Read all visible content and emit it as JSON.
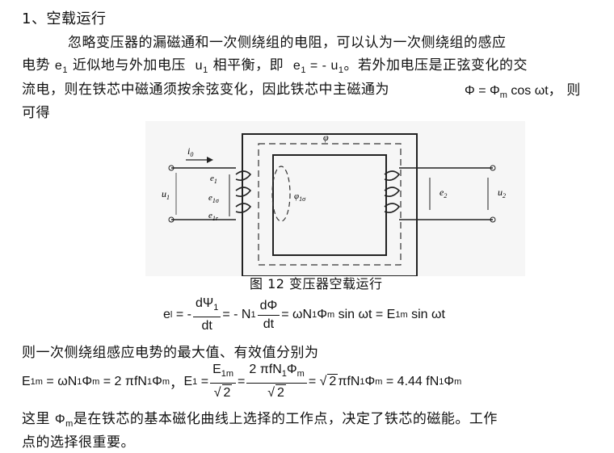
{
  "heading": "1、空载运行",
  "para1": {
    "line1": "忽略变压器的漏磁通和一次侧绕组的电阻，可以认为一次侧绕组的感应",
    "line2_a": "电势",
    "e": "e",
    "sub1": "1",
    "line2_b": "近似地与外加电压",
    "u": "u",
    "line2_c": "相平衡，即",
    "eq_rel": "= - u",
    "line2_d": "。若外加电压是正弦变化的交",
    "line3_a": "流电，则在铁芯中磁通须按余弦变化，因此铁芯中主磁通为",
    "flux_eq": "Φ = Φ",
    "m": "m",
    "cos": "cos ωt",
    "line3_b": "， 则",
    "line4": "可得"
  },
  "figure": {
    "caption": "图 12  变压器空载运行",
    "labels": {
      "i0": "i",
      "i0_sub": "0",
      "u1": "u",
      "u1_sub": "1",
      "e1": "e",
      "e1_sub": "1",
      "e1s": "e",
      "e1s_sub": "1σ",
      "e1r": "e",
      "e1r_sub": "1r",
      "phi1s": "φ",
      "phi1s_sub": "1σ",
      "phi": "φ",
      "e2": "e",
      "e2_sub": "2",
      "u2": "u",
      "u2_sub": "2"
    }
  },
  "eq1": {
    "lhs": "e",
    "lhs_sub": "l",
    "eq_neg": "= -",
    "dpsi": "dΨ",
    "dpsi_sub": "1",
    "dt": "dt",
    "eq_negN": "= - N",
    "n_sub": "1",
    "dphi": "dΦ",
    "dt2": "dt",
    "rhs_a": "= ωN",
    "rhs_a_sub": "1",
    "rhs_phi": "Φ",
    "rhs_phi_sub": "m",
    "rhs_sin": "sin ωt = E",
    "rhs_E_sub": "1m",
    "rhs_end": "sin ωt"
  },
  "line_after": "则一次侧绕组感应电势的最大值、有效值分别为",
  "eq2": {
    "E": "E",
    "E_sub": "1m",
    "p1": "= ωN",
    "p1_sub": "1",
    "phi": "Φ",
    "phi_sub": "m",
    "p2": "= 2 πfN",
    "p2_sub": "1",
    "p2_phi": "Φ",
    "p2_phi_sub": "m",
    "comma": "，",
    "E1": "E",
    "E1_sub": "1",
    "eq": "=",
    "f1_num": "E",
    "f1_num_sub": "1m",
    "f1_den": "2",
    "eq2": "=",
    "f2_num": "2 πfN",
    "f2_num_sub": "1",
    "f2_num_phi": "Φ",
    "f2_num_phi_sub": "m",
    "f2_den": "2",
    "eq3": "=",
    "r2": "2",
    "p3": "πfN",
    "p3_sub": "1",
    "p3_phi": "Φ",
    "p3_phi_sub": "m",
    "p4": "= 4.44 fN",
    "p4_sub": "1",
    "p4_phi": "Φ",
    "p4_phi_sub": "m"
  },
  "final": {
    "line1_a": "这里",
    "phi": "Φ",
    "phi_sub": "m",
    "line1_b": "是在铁芯的基本磁化曲线上选择的工作点，决定了铁芯的磁能。工作",
    "line2": "点的选择很重要。"
  }
}
